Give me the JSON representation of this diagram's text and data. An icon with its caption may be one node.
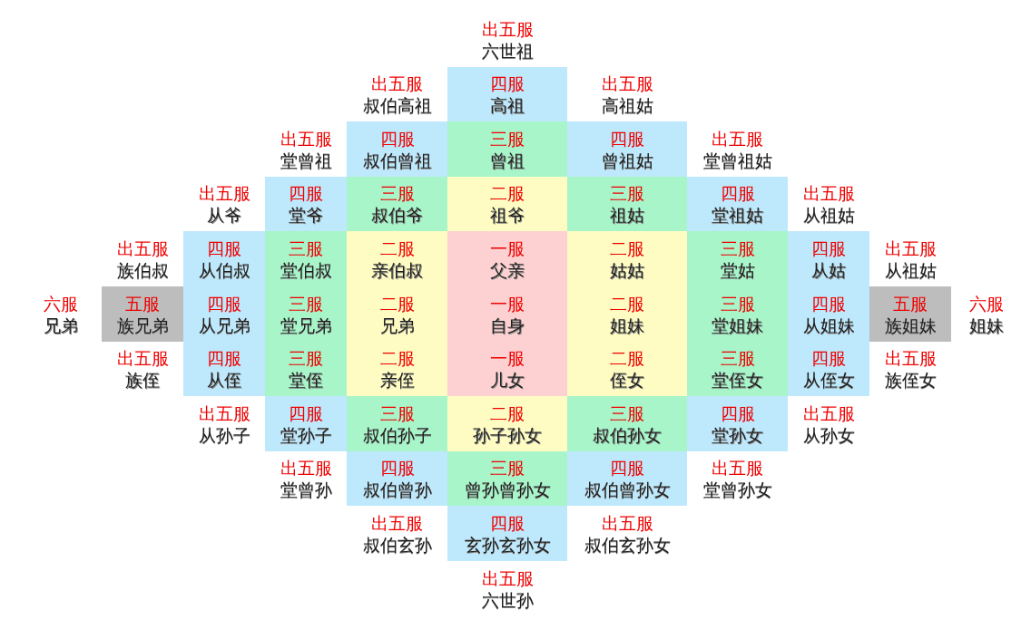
{
  "diagram": {
    "nodes": [
      {
        "text": [
          "四服",
          "高祖"
        ]
      },
      {
        "text": [
          "四服",
          "叔伯曾祖"
        ]
      },
      {
        "text": [
          "三服",
          "曾祖"
        ]
      },
      {
        "text": [
          "四服",
          "曾祖姑"
        ]
      },
      {
        "text": [
          "四服",
          "堂爷"
        ]
      },
      {
        "text": [
          "三服",
          "叔伯爷"
        ]
      },
      {
        "text": [
          "二服",
          "祖爷"
        ]
      },
      {
        "text": [
          "三服",
          "祖姑"
        ]
      },
      {
        "text": [
          "四服",
          "堂祖姑"
        ]
      },
      {
        "text": [
          "四服",
          "从伯叔"
        ]
      },
      {
        "text": [
          "三服",
          "堂伯叔"
        ]
      },
      {
        "text": [
          "二服",
          "亲伯叔"
        ]
      },
      {
        "text": [
          "一服",
          "父亲"
        ]
      },
      {
        "text": [
          "二服",
          "姑姑"
        ]
      },
      {
        "text": [
          "三服",
          "堂姑"
        ]
      },
      {
        "text": [
          "四服",
          "从姑"
        ]
      },
      {
        "text": [
          "五服",
          "族兄弟"
        ]
      },
      {
        "text": [
          "四服",
          "从兄弟"
        ]
      },
      {
        "text": [
          "三服",
          "堂兄弟"
        ]
      },
      {
        "text": [
          "二服",
          "兄弟"
        ]
      },
      {
        "text": [
          "一服",
          "自身"
        ]
      },
      {
        "text": [
          "二服",
          "姐妹"
        ]
      },
      {
        "text": [
          "三服",
          "堂姐妹"
        ]
      },
      {
        "text": [
          "四服",
          "从姐妹"
        ]
      },
      {
        "text": [
          "五服",
          "族姐妹"
        ]
      },
      {
        "text": [
          "四服",
          "从侄"
        ]
      },
      {
        "text": [
          "三服",
          "堂侄"
        ]
      },
      {
        "text": [
          "二服",
          "亲侄"
        ]
      },
      {
        "text": [
          "一服",
          "儿女"
        ]
      },
      {
        "text": [
          "二服",
          "侄女"
        ]
      },
      {
        "text": [
          "三服",
          "堂侄女"
        ]
      },
      {
        "text": [
          "四服",
          "从侄女"
        ]
      },
      {
        "text": [
          "四服",
          "堂孙子"
        ]
      },
      {
        "text": [
          "三服",
          "叔伯孙子"
        ]
      },
      {
        "text": [
          "二服",
          "孙子孙女"
        ]
      },
      {
        "text": [
          "三服",
          "叔伯孙女"
        ]
      },
      {
        "text": [
          "四服",
          "堂孙女"
        ]
      },
      {
        "text": [
          "四服",
          "叔伯曾孙"
        ]
      },
      {
        "text": [
          "三服",
          "曾孙曾孙女"
        ]
      },
      {
        "text": [
          "四服",
          "叔伯曾孙女"
        ]
      },
      {
        "text": [
          "四服",
          "玄孙玄孙女"
        ]
      }
    ],
    "labels": [
      "出五服",
      "六世祖",
      "出五服",
      "叔伯高祖",
      "出五服",
      "高祖姑",
      "出五服",
      "堂曾祖",
      "出五服",
      "堂曾祖姑",
      "出五服",
      "从爷",
      "出五服",
      "从祖姑",
      "出五服",
      "族伯叔",
      "出五服",
      "从祖姑",
      "六服",
      "兄弟",
      "六服",
      "姐妹",
      "出五服",
      "族侄",
      "出五服",
      "族侄女",
      "出五服",
      "从孙子",
      "出五服",
      "从孙女",
      "出五服",
      "堂曾孙",
      "出五服",
      "堂曾孙女",
      "出五服",
      "叔伯玄孙",
      "出五服",
      "叔伯玄孙女",
      "出五服",
      "六世孙"
    ]
  }
}
